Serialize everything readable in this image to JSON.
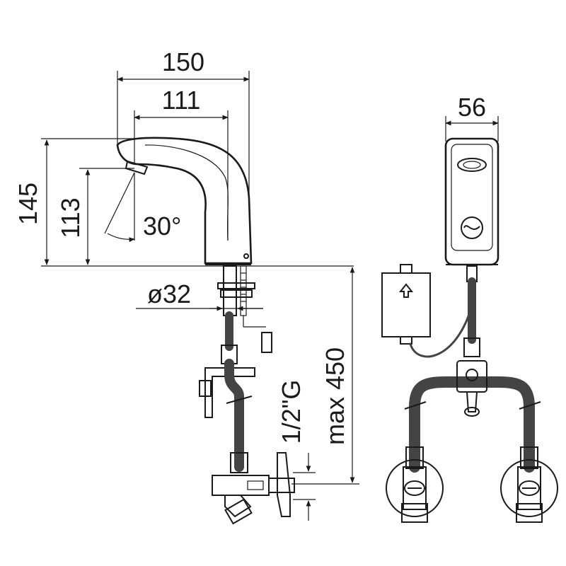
{
  "dimensions": {
    "overall_width": "150",
    "spout_reach": "111",
    "overall_height": "145",
    "outlet_height": "113",
    "sensor_angle": "30°",
    "base_diameter": "ø32",
    "side_width": "56",
    "max_length": "max 450",
    "thread": "1/2\"G"
  },
  "colors": {
    "line": "#1a1a1a",
    "hose": "#444444",
    "body_fill": "#f4f4f4"
  }
}
